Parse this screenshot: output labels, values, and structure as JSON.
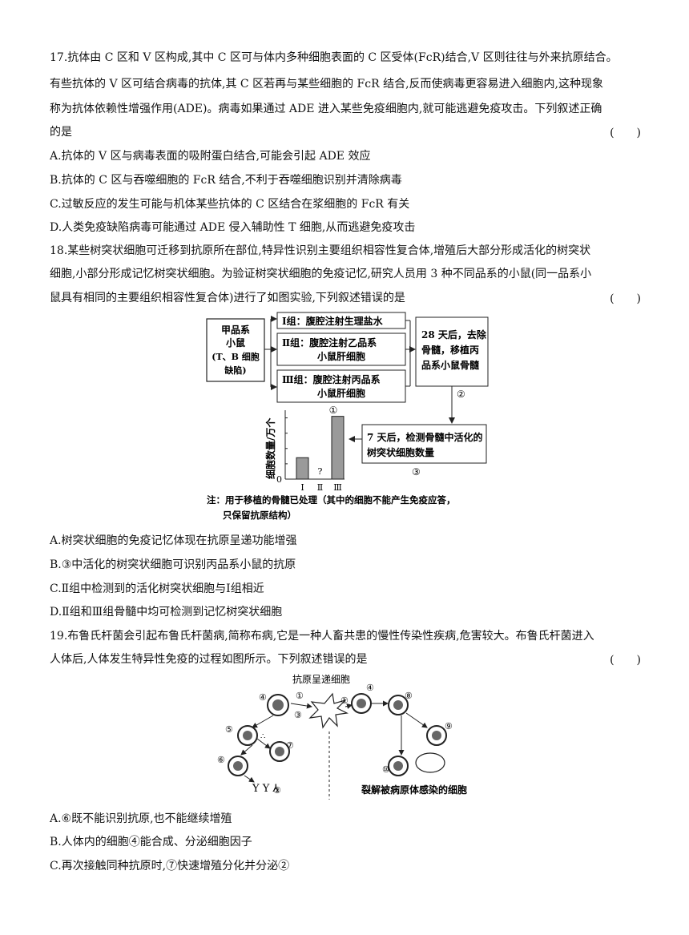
{
  "q17": {
    "lines": [
      "17.抗体由 C 区和 V 区构成,其中 C 区可与体内多种细胞表面的 C 区受体(FcR)结合,V 区则往往与外来抗原结合。",
      "有些抗体的 V 区可结合病毒的抗体,其 C 区若再与某些细胞的 FcR 结合,反而使病毒更容易进入细胞内,这种现象",
      "称为抗体依赖性增强作用(ADE)。病毒如果通过 ADE 进入某些免疫细胞内,就可能逃避免疫攻击。下列叙述正确",
      "的是"
    ],
    "paren": "(　　)",
    "options": [
      "A.抗体的 V 区与病毒表面的吸附蛋白结合,可能会引起 ADE 效应",
      "B.抗体的 C 区与吞噬细胞的 FcR 结合,不利于吞噬细胞识别并清除病毒",
      "C.过敏反应的发生可能与机体某些抗体的 C 区结合在浆细胞的 FcR 有关",
      "D.人类免疫缺陷病毒可能通过 ADE 侵入辅助性 T 细胞,从而逃避免疫攻击"
    ]
  },
  "q18": {
    "lines": [
      "18.某些树突状细胞可迁移到抗原所在部位,特异性识别主要组织相容性复合体,增殖后大部分形成活化的树突状",
      "细胞,小部分形成记忆树突状细胞。为验证树突状细胞的免疫记忆,研究人员用 3 种不同品系的小鼠(同一品系小",
      "鼠具有相同的主要组织相容性复合体)进行了如图实验,下列叙述错误的是"
    ],
    "paren": "(　　)",
    "figure": {
      "mouse_box": [
        "甲品系",
        "小鼠",
        "(T、B 细胞",
        "缺陷)"
      ],
      "group1": "Ⅰ组：腹腔注射生理盐水",
      "group2": [
        "Ⅱ组：腹腔注射乙品系",
        "小鼠肝细胞"
      ],
      "group3": [
        "Ⅲ组：腹腔注射丙品系",
        "小鼠肝细胞"
      ],
      "step1": "①",
      "box28": [
        "28 天后，去除",
        "骨髓，移植丙",
        "品系小鼠骨髓"
      ],
      "step2": "②",
      "box7": [
        "7 天后，检测骨髓中活化的",
        "树突状细胞数量"
      ],
      "step3": "③",
      "note": [
        "注：用于移植的骨髓已处理（其中的细胞不能产生免疫应答，",
        "只保留抗原结构）"
      ]
    },
    "chart_data": {
      "type": "bar",
      "categories": [
        "Ⅰ",
        "Ⅱ",
        "Ⅲ"
      ],
      "values": [
        1.4,
        null,
        4.1
      ],
      "unknown_label": "?",
      "ylabel": "细胞数量/万个",
      "y_tick_labels": [
        "0",
        "1",
        "2",
        "3",
        "4"
      ],
      "ylim": [
        0,
        4.5
      ]
    },
    "options": [
      "A.树突状细胞的免疫记忆体现在抗原呈递功能增强",
      "B.③中活化的树突状细胞可识别丙品系小鼠的抗原",
      "C.Ⅱ组中检测到的活化树突状细胞与Ⅰ组相近",
      "D.Ⅱ组和Ⅲ组骨髓中均可检测到记忆树突状细胞"
    ]
  },
  "q19": {
    "lines": [
      "19.布鲁氏杆菌会引起布鲁氏杆菌病,简称布病,它是一种人畜共患的慢性传染性疾病,危害较大。布鲁氏杆菌进入",
      "人体后,人体发生特异性免疫的过程如图所示。下列叙述错误的是"
    ],
    "paren": "(　　)",
    "figure": {
      "apc_label": "抗原呈递细胞",
      "lysis_label": "裂解被病原体感染的细胞",
      "markers": [
        "①",
        "①",
        "②",
        "③",
        "④",
        "④",
        "⑤",
        "⑥",
        "⑦",
        "⑧",
        "⑨",
        "⑩"
      ]
    },
    "options": [
      "A.⑥既不能识别抗原,也不能继续增殖",
      "B.人体内的细胞④能合成、分泌细胞因子",
      "C.再次接触同种抗原时,⑦快速增殖分化并分泌②"
    ]
  }
}
